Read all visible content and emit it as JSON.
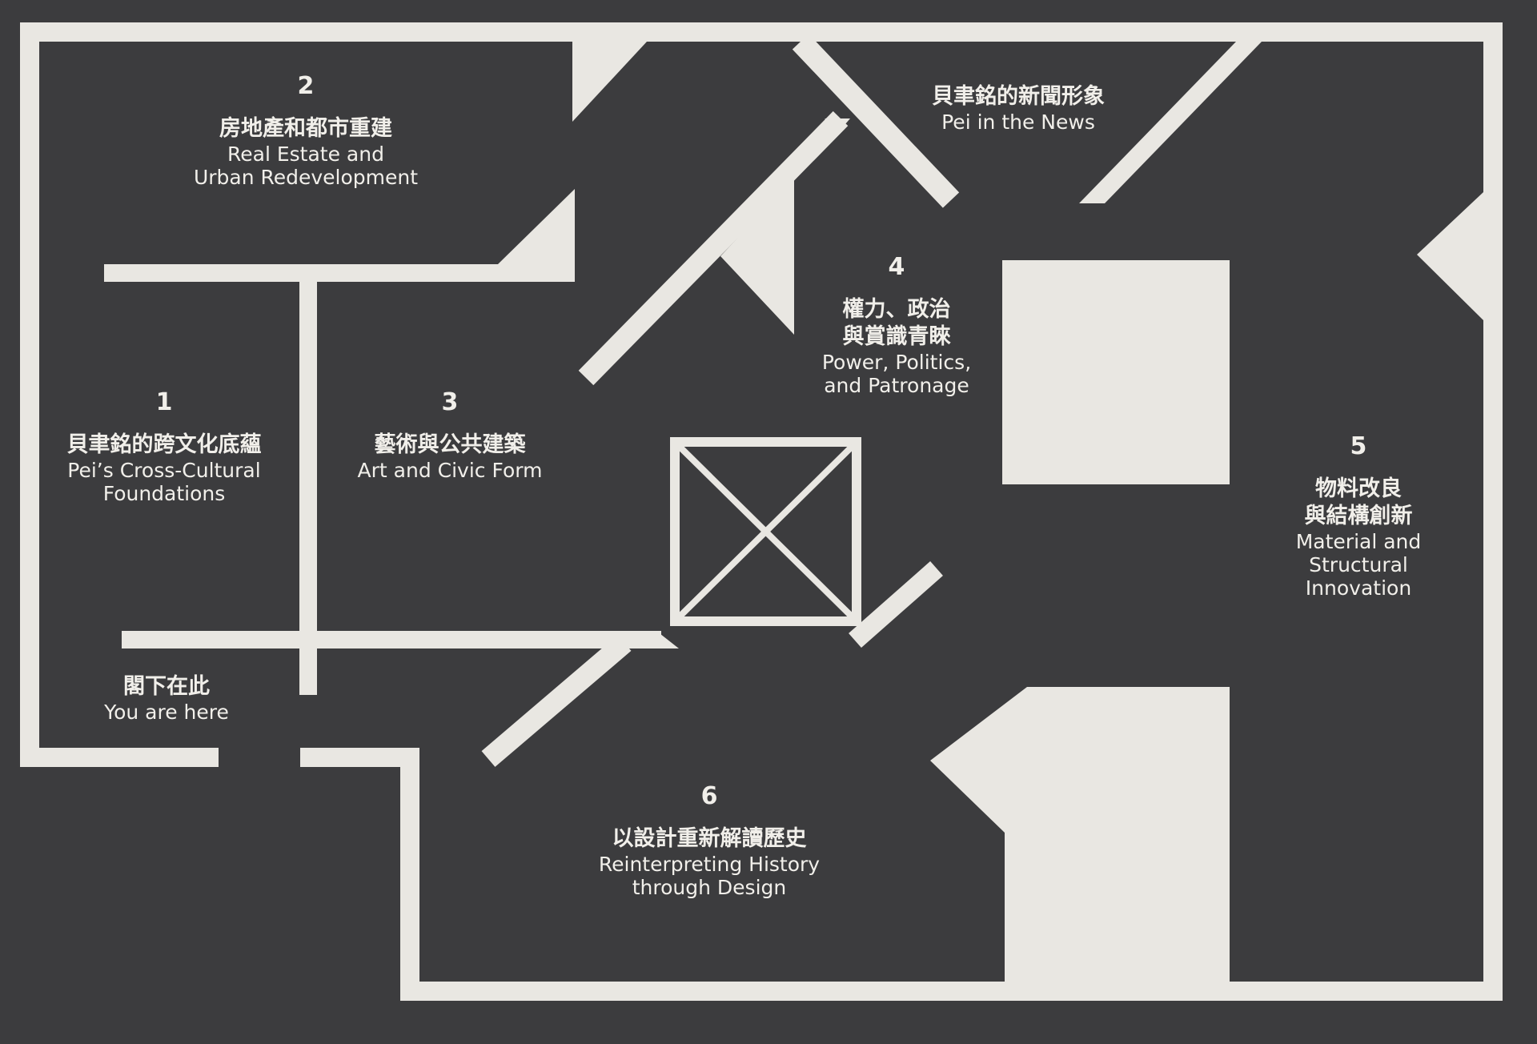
{
  "map": {
    "zones": [
      {
        "id": "1",
        "number": "1",
        "zh": [
          "貝聿銘的跨文化底蘊"
        ],
        "en": [
          "Pei’s Cross-Cultural",
          "Foundations"
        ]
      },
      {
        "id": "2",
        "number": "2",
        "zh": [
          "房地產和都市重建"
        ],
        "en": [
          "Real Estate and",
          "Urban Redevelopment"
        ]
      },
      {
        "id": "3",
        "number": "3",
        "zh": [
          "藝術與公共建築"
        ],
        "en": [
          "Art and Civic Form"
        ]
      },
      {
        "id": "4",
        "number": "4",
        "zh": [
          "權力、政治",
          "與賞識青睞"
        ],
        "en": [
          "Power, Politics,",
          "and Patronage"
        ]
      },
      {
        "id": "5",
        "number": "5",
        "zh": [
          "物料改良",
          "與結構創新"
        ],
        "en": [
          "Material and",
          "Structural",
          "Innovation"
        ]
      },
      {
        "id": "6",
        "number": "6",
        "zh": [
          "以設計重新解讀歷史"
        ],
        "en": [
          "Reinterpreting History",
          "through Design"
        ]
      }
    ],
    "news": {
      "zh": "貝聿銘的新聞形象",
      "en": "Pei in the News"
    },
    "here": {
      "zh": "閣下在此",
      "en": "You are here"
    },
    "colors": {
      "background": "#3c3c3e",
      "walls": "#e9e7e2",
      "text": "#f1efea"
    }
  }
}
